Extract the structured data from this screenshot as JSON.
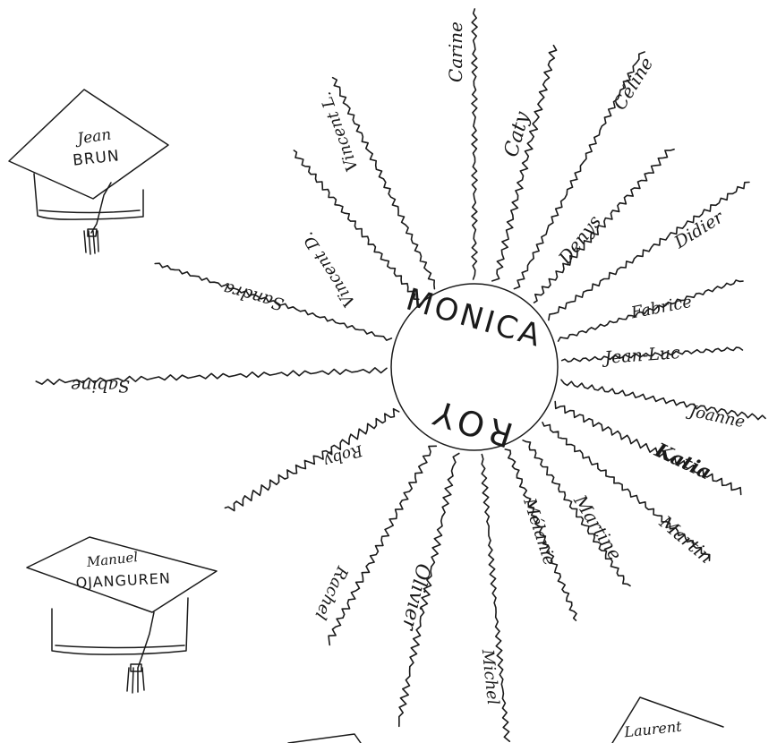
{
  "center": {
    "first_name": "MONICA",
    "last_name": "ROY"
  },
  "names": [
    "Carine",
    "Caty",
    "Céline",
    "Denys",
    "Didier",
    "Fabrice",
    "Jean-Luc",
    "Joanne",
    "Katia",
    "Martin",
    "Martine",
    "Mélanie",
    "Michel",
    "Olivier",
    "Rachel",
    "Roby",
    "Sabine",
    "Sandra",
    "Vincent D.",
    "Vincent L.",
    "Laurent"
  ],
  "caps": [
    {
      "line1": "Jean",
      "line2": "BRUN"
    },
    {
      "line1": "Manuel",
      "line2": "OJANGUREN"
    }
  ],
  "colors": {
    "ink": "#1a1a1a",
    "paper": "#ffffff"
  }
}
